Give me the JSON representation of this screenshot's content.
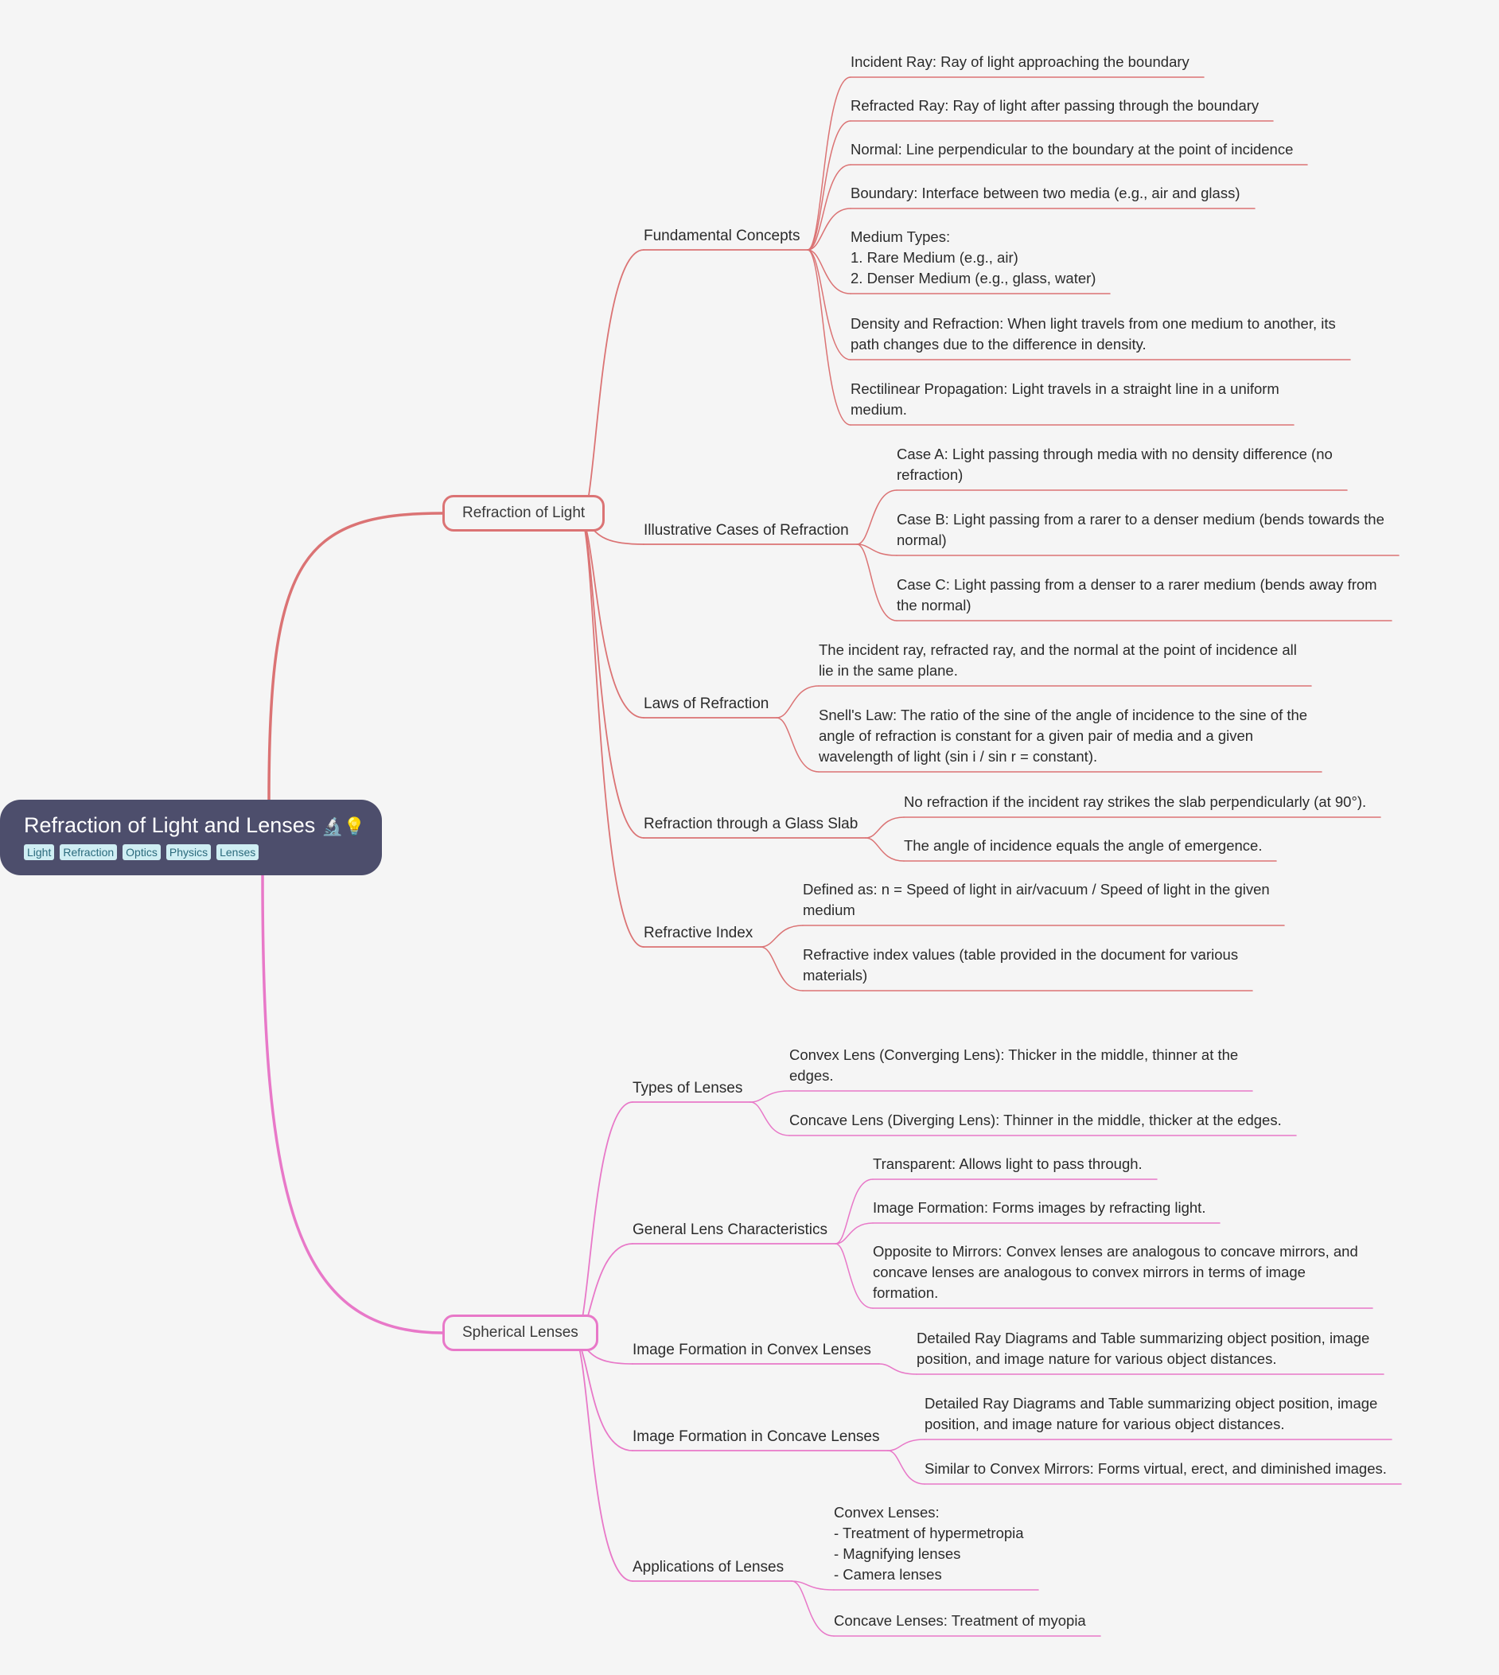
{
  "colors": {
    "background": "#f5f5f5",
    "root": "#4d4e6c",
    "branch_red": "#db7374",
    "branch_pink": "#e878c8",
    "tag_bg": "#cfeef3",
    "tag_text": "#2b6a7c"
  },
  "root": {
    "title": "Refraction of Light and Lenses",
    "emoji": "🔬💡",
    "tags": [
      "Light",
      "Refraction",
      "Optics",
      "Physics",
      "Lenses"
    ]
  },
  "branches": [
    {
      "label": "Refraction of Light",
      "color": "#db7374",
      "topics": [
        {
          "label": "Fundamental Concepts",
          "items": [
            "Incident Ray: Ray of light approaching the boundary",
            "Refracted Ray: Ray of light after passing through the boundary",
            "Normal: Line perpendicular to the boundary at the point of incidence",
            "Boundary: Interface between two media (e.g., air and glass)",
            "Medium Types:\n1. Rare Medium (e.g., air)\n2. Denser Medium (e.g., glass, water)",
            "Density and Refraction: When light travels from one medium to another, its\npath changes due to the difference in density.",
            "Rectilinear Propagation: Light travels in a straight line in a uniform\nmedium."
          ]
        },
        {
          "label": "Illustrative Cases of Refraction",
          "items": [
            "Case A: Light passing through media with no density difference (no\nrefraction)",
            "Case B: Light passing from a rarer to a denser medium (bends towards the\nnormal)",
            "Case C: Light passing from a denser to a rarer medium (bends away from\nthe normal)"
          ]
        },
        {
          "label": "Laws of Refraction",
          "items": [
            "The incident ray, refracted ray, and the normal at the point of incidence all\nlie in the same plane.",
            "Snell's Law: The ratio of the sine of the angle of incidence to the sine of the\nangle of refraction is constant for a given pair of media and a given\nwavelength of light (sin i / sin r = constant)."
          ]
        },
        {
          "label": "Refraction through a Glass Slab",
          "items": [
            "No refraction if the incident ray strikes the slab perpendicularly (at 90°).",
            "The angle of incidence equals the angle of emergence."
          ]
        },
        {
          "label": "Refractive Index",
          "items": [
            "Defined as:  n = Speed of light in air/vacuum / Speed of light in the given\nmedium",
            "Refractive index values (table provided in the document for various\nmaterials)"
          ]
        }
      ]
    },
    {
      "label": "Spherical Lenses",
      "color": "#e878c8",
      "topics": [
        {
          "label": "Types of Lenses",
          "items": [
            "Convex Lens (Converging Lens): Thicker in the middle, thinner at the\nedges.",
            "Concave Lens (Diverging Lens): Thinner in the middle, thicker at the edges."
          ]
        },
        {
          "label": "General Lens Characteristics",
          "items": [
            "Transparent: Allows light to pass through.",
            "Image Formation: Forms images by refracting light.",
            "Opposite to Mirrors:  Convex lenses are analogous to concave mirrors, and\nconcave lenses are analogous to convex mirrors in terms of image\nformation."
          ]
        },
        {
          "label": "Image Formation in Convex Lenses",
          "items": [
            "Detailed Ray Diagrams and Table summarizing object position, image\nposition, and image nature for various object distances."
          ]
        },
        {
          "label": "Image Formation in Concave Lenses",
          "items": [
            "Detailed Ray Diagrams and Table summarizing object position, image\nposition, and image nature for various object distances.",
            "Similar to Convex Mirrors: Forms virtual, erect, and diminished images."
          ]
        },
        {
          "label": "Applications of Lenses",
          "items": [
            "Convex Lenses:\n- Treatment of hypermetropia\n- Magnifying lenses\n- Camera lenses",
            "Concave Lenses: Treatment of myopia"
          ]
        }
      ]
    }
  ]
}
